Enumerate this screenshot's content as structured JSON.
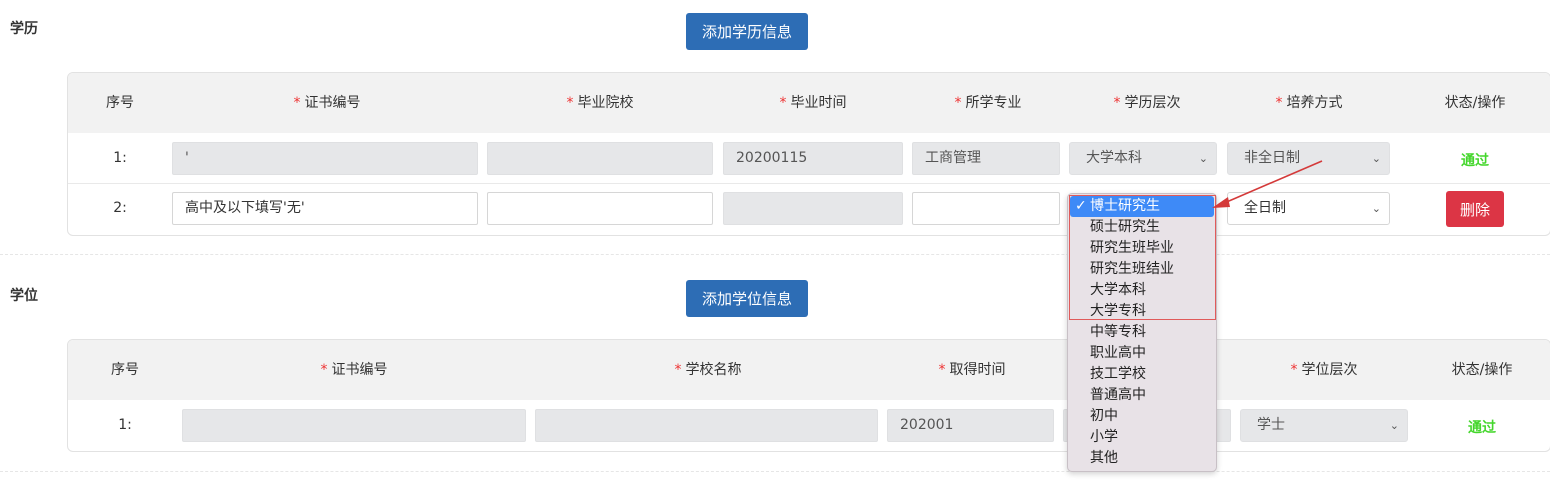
{
  "education": {
    "section_label": "学历",
    "add_button": "添加学历信息",
    "columns": [
      {
        "label": "序号",
        "required": false
      },
      {
        "label": "证书编号",
        "required": true
      },
      {
        "label": "毕业院校",
        "required": true
      },
      {
        "label": "毕业时间",
        "required": true
      },
      {
        "label": "所学专业",
        "required": true
      },
      {
        "label": "学历层次",
        "required": true
      },
      {
        "label": "培养方式",
        "required": true
      },
      {
        "label": "状态/操作",
        "required": false
      }
    ],
    "required_mark": "*",
    "rows": [
      {
        "index": "1:",
        "cert_no": "'",
        "school": "",
        "grad_time": "20200115",
        "major": "工商管理",
        "level": "大学本科",
        "mode": "非全日制",
        "status": "通过"
      },
      {
        "index": "2:",
        "cert_no": "高中及以下填写'无'",
        "school": "",
        "grad_time": "",
        "major": "",
        "level": "",
        "mode": "全日制",
        "action": "删除"
      }
    ]
  },
  "degree": {
    "section_label": "学位",
    "add_button": "添加学位信息",
    "columns": [
      {
        "label": "序号",
        "required": false
      },
      {
        "label": "证书编号",
        "required": true
      },
      {
        "label": "学校名称",
        "required": true
      },
      {
        "label": "取得时间",
        "required": true
      },
      {
        "label": "学位层次",
        "required": true
      },
      {
        "label": "状态/操作",
        "required": false
      }
    ],
    "rows": [
      {
        "index": "1:",
        "cert_no": "",
        "school": "",
        "obtain_time": "202001",
        "level": "学士",
        "status": "通过"
      }
    ]
  },
  "level_dropdown": {
    "selected_index": 0,
    "check_mark": "✓",
    "options": [
      "博士研究生",
      "硕士研究生",
      "研究生班毕业",
      "研究生班结业",
      "大学本科",
      "大学专科",
      "中等专科",
      "职业高中",
      "技工学校",
      "普通高中",
      "初中",
      "小学",
      "其他"
    ]
  },
  "colors": {
    "primary": "#2d6db5",
    "danger": "#dc3545",
    "success": "#44d62c",
    "required": "#e33333",
    "highlight": "#e05a5a",
    "selected_option": "#3e8af7"
  }
}
